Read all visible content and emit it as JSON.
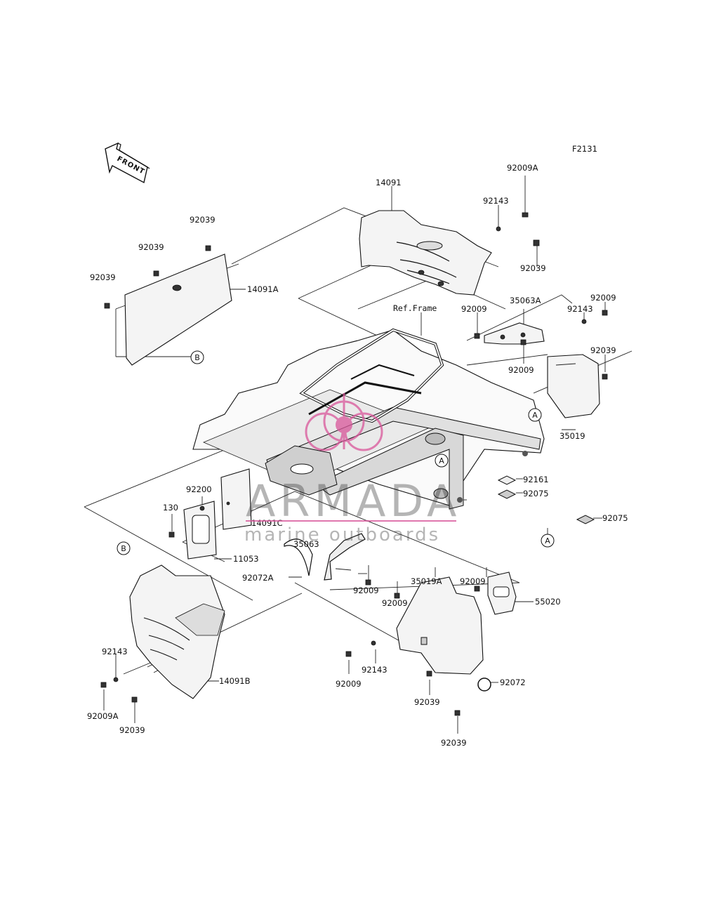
{
  "diagram": {
    "code": "F2131",
    "front_label": "FRONT",
    "ref_frame_label": "Ref.Frame",
    "callouts": {
      "a": "A",
      "b": "B"
    },
    "parts": {
      "p14091": "14091",
      "p14091A": "14091A",
      "p14091B": "14091B",
      "p14091C": "14091C",
      "p92009A_top": "92009A",
      "p92009A_bottom": "92009A",
      "p92143_top": "92143",
      "p92143_right": "92143",
      "p92143_left": "92143",
      "p92143_mid": "92143",
      "p92039_a": "92039",
      "p92039_b": "92039",
      "p92039_c": "92039",
      "p92039_d": "92039",
      "p92039_e": "92039",
      "p92039_f": "92039",
      "p92039_g": "92039",
      "p92039_h": "92039",
      "p35063A": "35063A",
      "p35063": "35063",
      "p92009_a": "92009",
      "p92009_b": "92009",
      "p92009_c": "92009",
      "p92009_d": "92009",
      "p92009_e": "92009",
      "p92009_f": "92009",
      "p92009_g": "92009",
      "p35019": "35019",
      "p35019A": "35019A",
      "p92161": "92161",
      "p92075_a": "92075",
      "p92075_b": "92075",
      "p92200": "92200",
      "p130": "130",
      "p11053": "11053",
      "p92072A": "92072A",
      "p92072": "92072",
      "p55020": "55020"
    },
    "watermark": {
      "brand": "ARMADA",
      "tagline": "marine outboards",
      "accent": "#d9569a"
    }
  }
}
